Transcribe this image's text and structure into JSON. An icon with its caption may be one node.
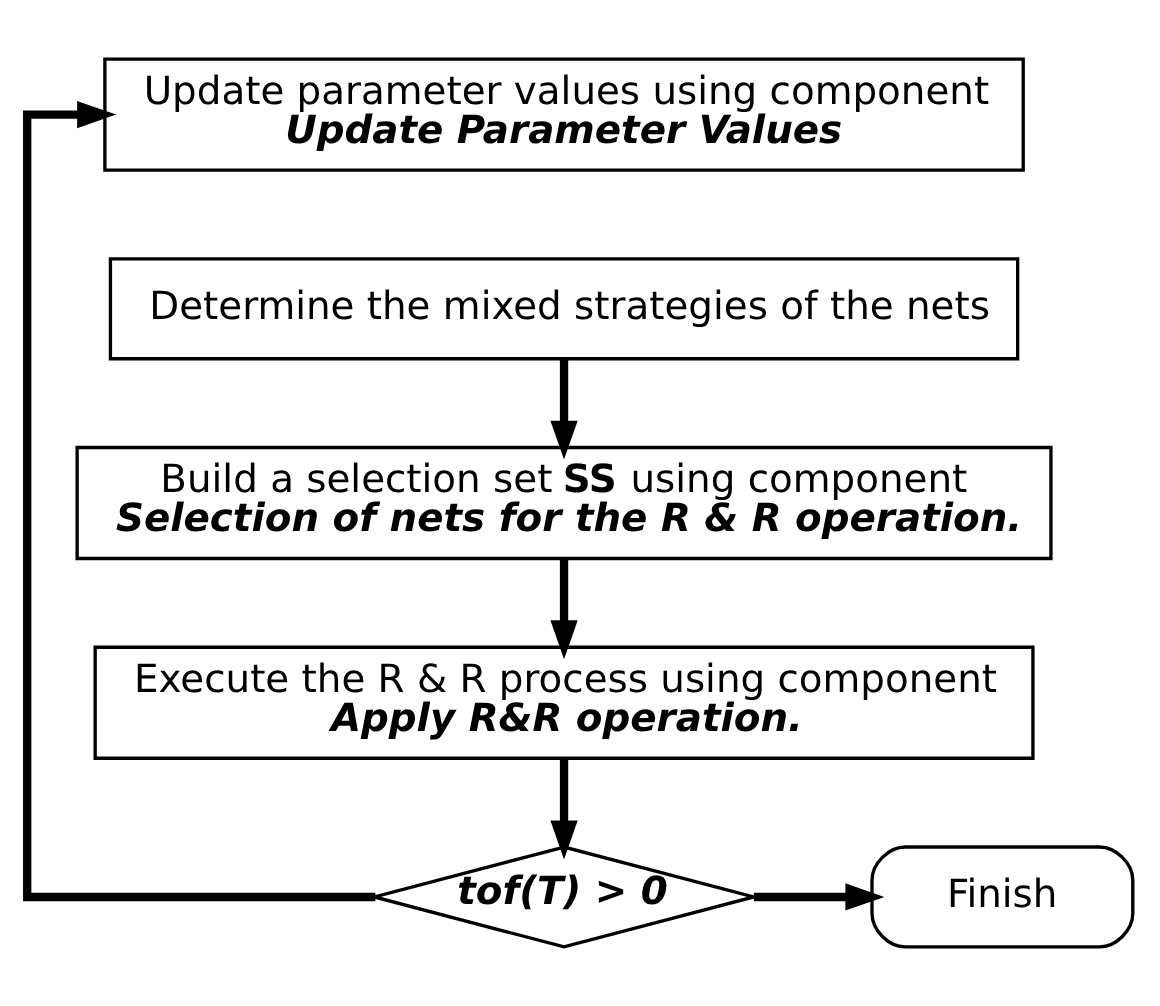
{
  "diagram": {
    "nodes": [
      {
        "text": [
          "Update parameter values using component",
          "Update Parameter Values"
        ]
      },
      {
        "text": [
          "Determine the mixed strategies of the nets"
        ]
      },
      {
        "text": [
          "Build a selection set **SS** using component",
          "Selection of nets for the R & R operation."
        ]
      },
      {
        "text": [
          "Execute the R & R process using component",
          "Apply R&R operation."
        ]
      },
      {
        "text": [
          "tof(T) > 0"
        ]
      },
      {
        "text": [
          "Finish"
        ]
      }
    ],
    "edges": [
      {
        "from": 1,
        "to": 2,
        "arrow": "to"
      },
      {
        "from": 2,
        "to": 3,
        "arrow": "to"
      },
      {
        "from": 3,
        "to": 4,
        "arrow": "to"
      },
      {
        "from": 4,
        "to": 5,
        "arrow": "to"
      },
      {
        "from": 4,
        "to": 0,
        "arrow": "to"
      }
    ]
  }
}
